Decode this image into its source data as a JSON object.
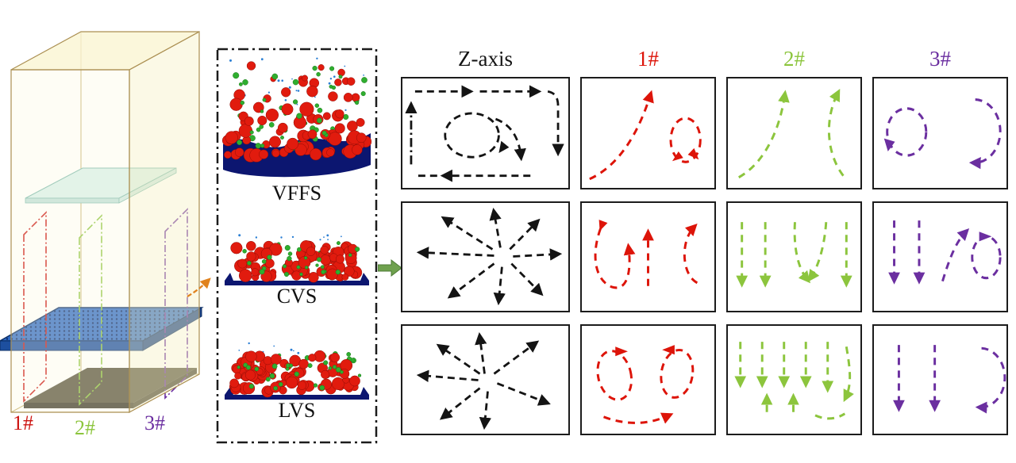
{
  "colors": {
    "red": "#dd1409",
    "green": "#8cc53d",
    "purple": "#6b2fa0",
    "black": "#141414",
    "particle_red": "#e11b0e",
    "particle_green": "#2fae2f",
    "bed_navy": "#0c1670",
    "mesh_blue": "#2e6ac4",
    "box_fill": "#fbf6dc",
    "flow_arrow_green": "#6fa14e",
    "callout_orange": "#e0821e"
  },
  "left_diagram": {
    "labels": [
      {
        "text": "1#",
        "color": "#cc1310"
      },
      {
        "text": "2#",
        "color": "#8cc53d"
      },
      {
        "text": "3#",
        "color": "#6b2fa0"
      }
    ]
  },
  "middle_panel": {
    "sections": [
      {
        "label": "VFFS"
      },
      {
        "label": "CVS"
      },
      {
        "label": "LVS"
      }
    ]
  },
  "grid": {
    "headers": [
      {
        "text": "Z-axis",
        "color": "#141414"
      },
      {
        "text": "1#",
        "color": "#dd1409"
      },
      {
        "text": "2#",
        "color": "#8cc53d"
      },
      {
        "text": "3#",
        "color": "#6b2fa0"
      }
    ],
    "row_ids": [
      "VFFS",
      "CVS",
      "LVS"
    ],
    "patterns": {
      "vffs_z": "perimeter circulation loop with inner vortex",
      "vffs_1": "upward sweep with small right vortex",
      "vffs_2": "two streams diverging upward",
      "vffs_3": "left vortex and right arc",
      "cvs_z": "radial outward spokes",
      "cvs_1": "wall loops with central upflow",
      "cvs_2": "downward streams converging at center",
      "cvs_3": "downflow with rising stream and right vortex",
      "lvs_z": "radial outward spokes",
      "lvs_1": "twin vortices with bottom sweep",
      "lvs_2": "uniform downflow with weak bottom upflow",
      "lvs_3": "parallel downflow with right arc"
    }
  }
}
